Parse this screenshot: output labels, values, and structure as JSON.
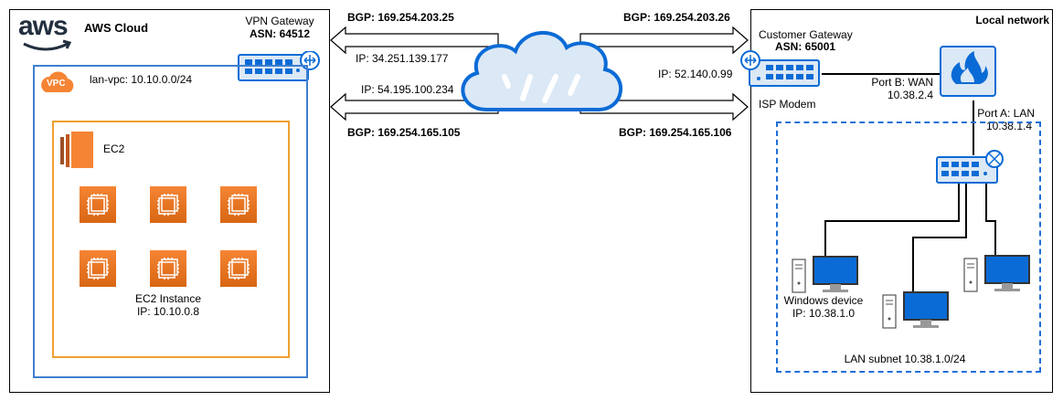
{
  "aws": {
    "logo_text": "aws",
    "cloud_label": "AWS Cloud",
    "vpn_gateway": {
      "title": "VPN Gateway",
      "asn": "ASN: 64512"
    },
    "vpc": {
      "badge": "VPC",
      "label": "lan-vpc: 10.10.0.0/24"
    },
    "ec2_group_label": "EC2",
    "ec2_instance": {
      "name": "EC2 Instance",
      "ip": "IP: 10.10.0.8"
    }
  },
  "tunnels": {
    "bgp_top_left": "BGP: 169.254.203.25",
    "bgp_top_right": "BGP: 169.254.203.26",
    "ip_left_top": "IP: 34.251.139.177",
    "ip_left_bottom": "IP: 54.195.100.234",
    "ip_right": "IP: 52.140.0.99",
    "bgp_bottom_left": "BGP: 169.254.165.105",
    "bgp_bottom_right": "BGP: 169.254.165.106"
  },
  "local": {
    "title": "Local network",
    "customer_gateway": {
      "title": "Customer Gateway",
      "asn": "ASN: 65001"
    },
    "isp_modem_label": "ISP Modem",
    "port_b": {
      "name": "Port B: WAN",
      "ip": "10.38.2.4"
    },
    "port_a": {
      "name": "Port A: LAN",
      "ip": "10.38.1.4"
    },
    "windows_device": {
      "name": "Windows device",
      "ip": "IP: 10.38.1.0"
    },
    "lan_subnet": "LAN subnet 10.38.1.0/24"
  },
  "colors": {
    "vpc_border": "#3f7fd0",
    "vpc_badge": "#f58534",
    "ec2_border": "#f0a030",
    "ec2_orange": "#d86613",
    "lan_dashed": "#1f6fd6",
    "device_blue": "#0b6bd6",
    "switch_body": "#dbe8f5"
  }
}
